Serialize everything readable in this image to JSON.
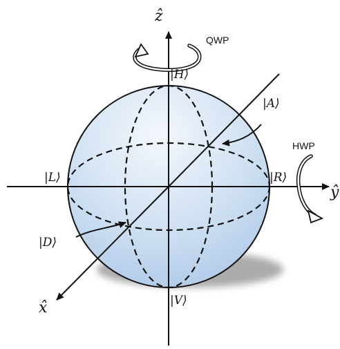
{
  "axes": {
    "z": "ẑ",
    "y": "ŷ",
    "x": "x̂"
  },
  "states": {
    "H": "|H⟩",
    "V": "|V⟩",
    "L": "|L⟩",
    "R": "|R⟩",
    "A": "|A⟩",
    "D": "|D⟩"
  },
  "waveplates": {
    "qwp": "QWP",
    "hwp": "HWP"
  },
  "colors": {
    "sphere_top": "#eef4fb",
    "sphere_bottom": "#b3cde9",
    "shadow": "#9a9a9a",
    "stroke": "#111111"
  }
}
